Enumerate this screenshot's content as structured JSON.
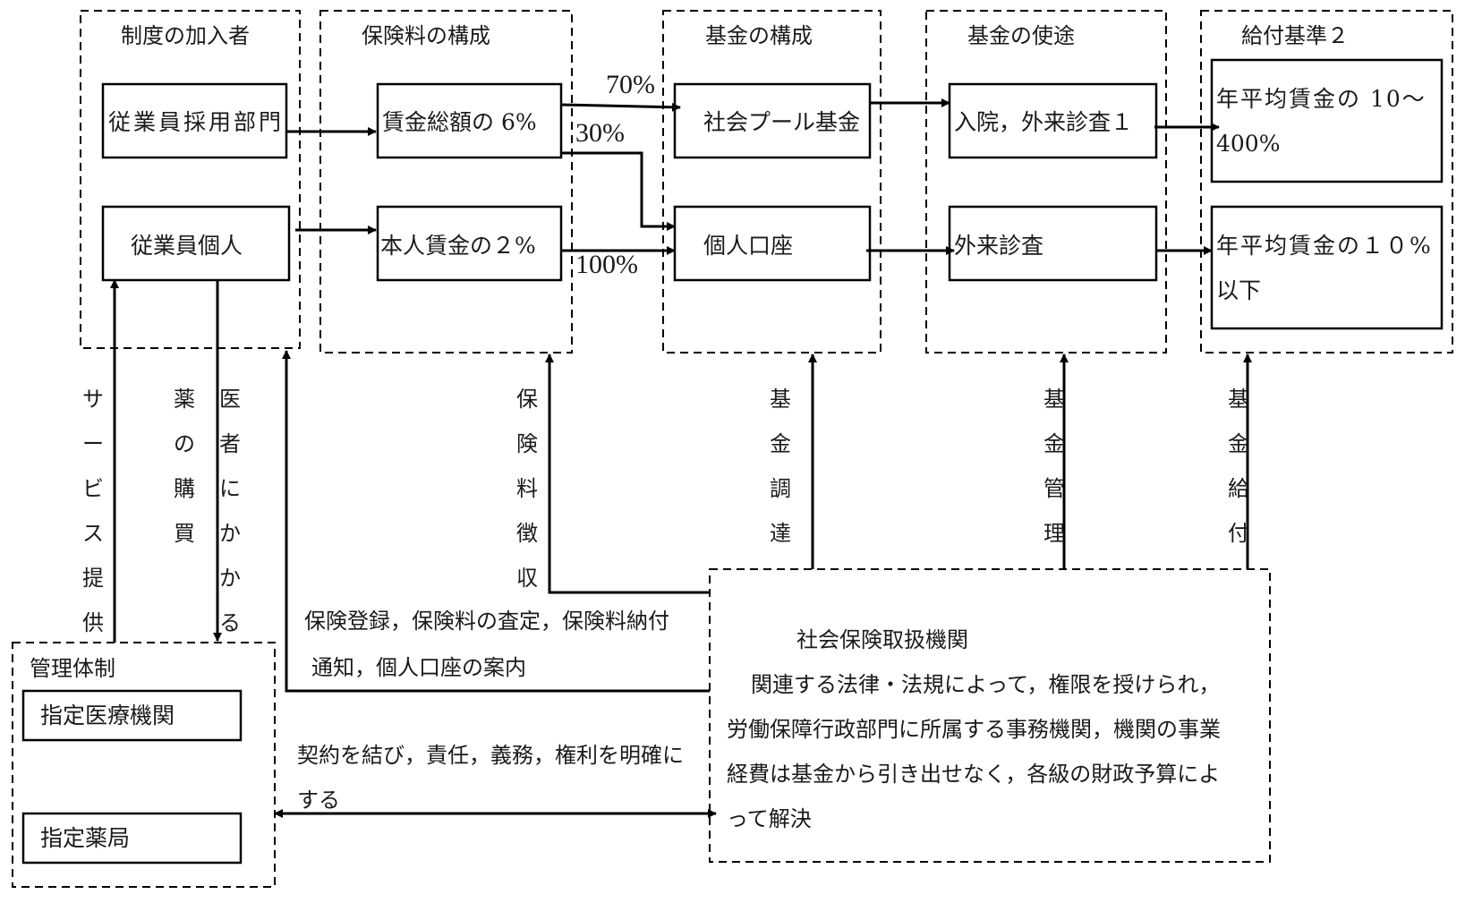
{
  "columns": [
    {
      "title": "制度の加入者",
      "boxes": [
        "従業員採用部門",
        "従業員個人"
      ]
    },
    {
      "title": "保険料の構成",
      "boxes": [
        "賃金総額の 6%",
        "本人賃金の２%"
      ]
    },
    {
      "title": "基金の構成",
      "boxes": [
        "社会プール基金",
        "個人口座"
      ]
    },
    {
      "title": "基金の使途",
      "boxes": [
        "入院，外来診査１",
        "外来診査"
      ]
    },
    {
      "title": "給付基準２",
      "boxes": [
        {
          "line1": "年平均賃金の 10～",
          "line2": "400%"
        },
        {
          "line1": "年平均賃金の１０%",
          "line2": "以下"
        }
      ]
    }
  ],
  "flow_labels": {
    "to_pool": "70%",
    "to_account_from_employer": "30%",
    "to_account_from_individual": "100%"
  },
  "vertical_labels": {
    "service": "サービス提供",
    "medicine": "薬の購買",
    "doctor": "医者にかかる",
    "premium_collection": "保険料徴収",
    "fund_raising": "基金調達",
    "fund_management": "基金管理",
    "fund_payment": "基金給付"
  },
  "horizontal_labels": {
    "registration_line1": "保険登録，保険料の査定，保険料納付",
    "registration_line2": "通知，個人口座の案内",
    "contract_line1": "契約を結び，責任，義務，権利を明確に",
    "contract_line2": "する"
  },
  "management": {
    "title": "管理体制",
    "boxes": [
      "指定医療機関",
      "指定薬局"
    ]
  },
  "agency": {
    "title": "社会保険取扱機関",
    "lines": [
      "関連する法律・法規によって，権限を授けられ，",
      "労働保障行政部門に所属する事務機関，機関の事業",
      "経費は基金から引き出せなく，各級の財政予算によ",
      "って解決"
    ]
  }
}
